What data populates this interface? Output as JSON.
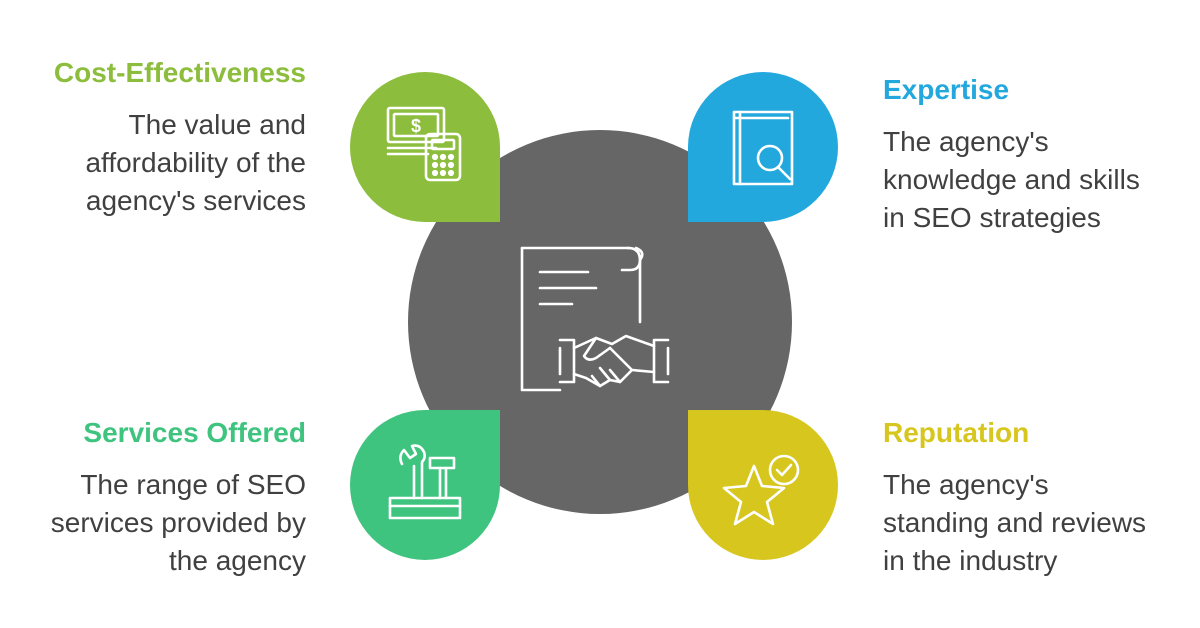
{
  "colors": {
    "cost_effectiveness": "#8cbd3c",
    "expertise": "#23a8dd",
    "services_offered": "#3fc47f",
    "reputation": "#d7c61e",
    "center": "#666666",
    "body_text": "#404040"
  },
  "center": {
    "icon": "contract-handshake-icon"
  },
  "items": [
    {
      "title": "Cost-Effectiveness",
      "description": "The value and\naffordability of the\nagency's services",
      "icon": "money-calculator-icon"
    },
    {
      "title": "Expertise",
      "description": "The agency's\nknowledge and skills\nin SEO strategies",
      "icon": "book-search-icon"
    },
    {
      "title": "Services Offered",
      "description": "The range of SEO\nservices provided by\nthe agency",
      "icon": "toolbox-icon"
    },
    {
      "title": "Reputation",
      "description": "The agency's\nstanding and reviews\nin the industry",
      "icon": "star-check-icon"
    }
  ]
}
